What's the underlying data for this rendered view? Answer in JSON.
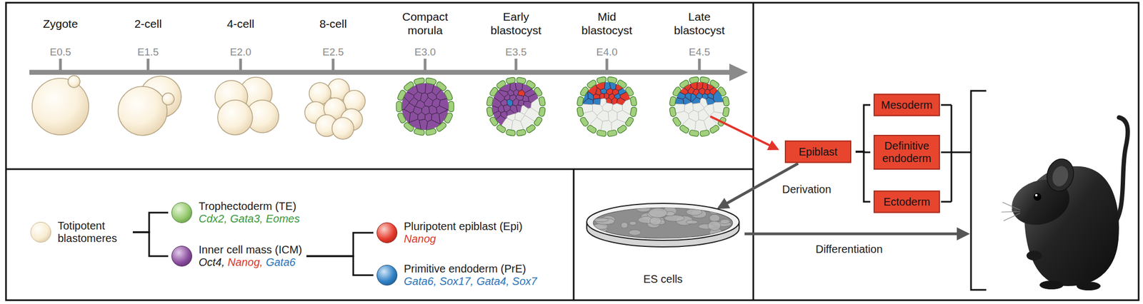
{
  "diagram": {
    "nodes": [
      {
        "text": [
          "Totipotent blastomeres"
        ]
      },
      {
        "text": [
          "Trophectoderm (TE)",
          "Cdx2, Gata3, Eomes"
        ]
      },
      {
        "text": [
          "Inner cell mass (ICM)",
          "Oct4, Nanog, Gata6"
        ]
      },
      {
        "text": [
          "Pluripotent epiblast (Epi)",
          "Nanog"
        ]
      },
      {
        "text": [
          "Primitive endoderm (PrE)",
          "Gata6, Sox17, Gata4, Sox7"
        ]
      },
      {
        "text": [
          "Epiblast"
        ]
      },
      {
        "text": [
          "Mesoderm"
        ]
      },
      {
        "text": [
          "Definitive endoderm"
        ]
      },
      {
        "text": [
          "Ectoderm"
        ]
      },
      {
        "text": [
          "ES cells"
        ]
      }
    ],
    "edges": [
      {
        "from": 0,
        "to": 1,
        "arrow": "none"
      },
      {
        "from": 0,
        "to": 2,
        "arrow": "none"
      },
      {
        "from": 2,
        "to": 3,
        "arrow": "none"
      },
      {
        "from": 2,
        "to": 4,
        "arrow": "none"
      },
      {
        "from": 5,
        "to": 6,
        "arrow": "none"
      },
      {
        "from": 5,
        "to": 7,
        "arrow": "none"
      },
      {
        "from": 5,
        "to": 8,
        "arrow": "none"
      },
      {
        "from": 5,
        "to": 9,
        "label": "Derivation",
        "arrow": "to"
      }
    ],
    "labels": [
      "Zygote",
      "E0.5",
      "2-cell",
      "E1.5",
      "4-cell",
      "E2.0",
      "8-cell",
      "E2.5",
      "Compact morula",
      "E3.0",
      "Early blastocyst",
      "E3.5",
      "Mid blastocyst",
      "E4.0",
      "Late blastocyst",
      "E4.5",
      "Differentiation"
    ]
  }
}
